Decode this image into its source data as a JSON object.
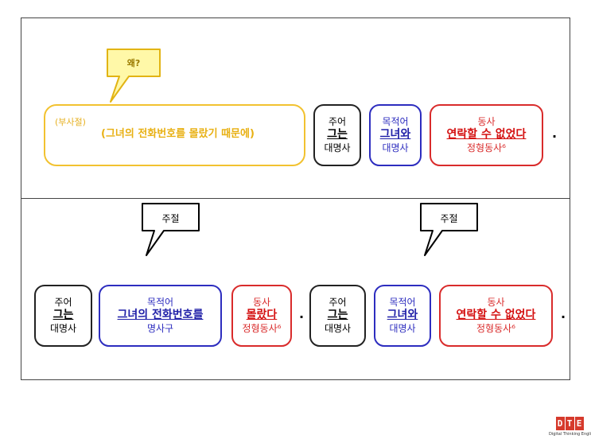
{
  "top_row": {
    "adverbial": {
      "label": "(부사절)",
      "text": "(그녀의 전화번호를 몰랐기 때문에)"
    },
    "subject": {
      "role": "주어",
      "word": "그는",
      "pos": "대명사"
    },
    "object": {
      "role": "목적어",
      "word": "그녀와",
      "pos": "대명사"
    },
    "verb": {
      "role": "동사",
      "word": "연락할 수 없었다",
      "pos": "정형동사⁶"
    },
    "period": "."
  },
  "callouts": {
    "why": "왜?",
    "clause_left": "주절",
    "clause_right": "주절"
  },
  "bottom_left": {
    "subject": {
      "role": "주어",
      "word": "그는",
      "pos": "대명사"
    },
    "object": {
      "role": "목적어",
      "word": "그녀의 전화번호를",
      "pos": "명사구"
    },
    "verb": {
      "role": "동사",
      "word": "몰랐다",
      "pos": "정형동사⁶"
    },
    "period": "."
  },
  "bottom_right": {
    "subject": {
      "role": "주어",
      "word": "그는",
      "pos": "대명사"
    },
    "object": {
      "role": "목적어",
      "word": "그녀와",
      "pos": "대명사"
    },
    "verb": {
      "role": "동사",
      "word": "연락할 수 없었다",
      "pos": "정형동사⁶"
    },
    "period": "."
  },
  "logo": {
    "letters": [
      "D",
      "T",
      "E"
    ],
    "tagline": "Digital Thinking English"
  },
  "colors": {
    "gold": "#f2c230",
    "blue": "#2d2dbf",
    "red": "#d92b2b",
    "logo": "#d63a2c"
  }
}
